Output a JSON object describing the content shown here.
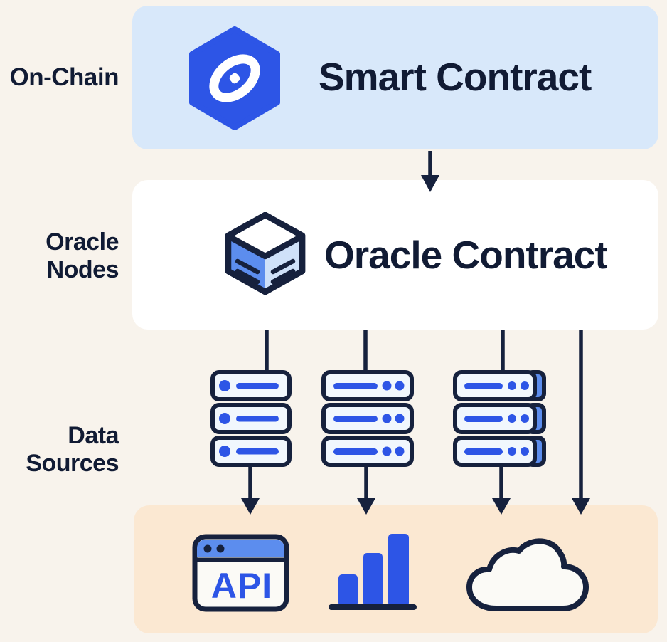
{
  "colors": {
    "background": "#F8F3EC",
    "navy": "#16213D",
    "text_dark": "#111B34",
    "blue": "#2D55E6",
    "mid_blue": "#5C8DEE",
    "light_blue": "#CFE1F9",
    "panel_blue": "#D8E8FA",
    "panel_white": "#FFFFFF",
    "panel_orange": "#FBE8D2",
    "server_fill": "#F1F7FD",
    "icon_white": "#FBFAF6"
  },
  "row_labels": {
    "on_chain": "On-Chain",
    "oracle_nodes": "Oracle Nodes",
    "data_sources": "Data Sources"
  },
  "nodes": {
    "smart_contract": {
      "title": "Smart Contract",
      "icon": "link-hexagon-icon"
    },
    "oracle_contract": {
      "title": "Oracle Contract",
      "icon": "cube-icon"
    }
  },
  "oracle_nodes_row": {
    "server_stacks": 3,
    "icon": "server-stack-icon"
  },
  "data_sources_row": {
    "api_label": "API",
    "icons": [
      "api-browser-icon",
      "bar-chart-icon",
      "cloud-icon"
    ]
  }
}
